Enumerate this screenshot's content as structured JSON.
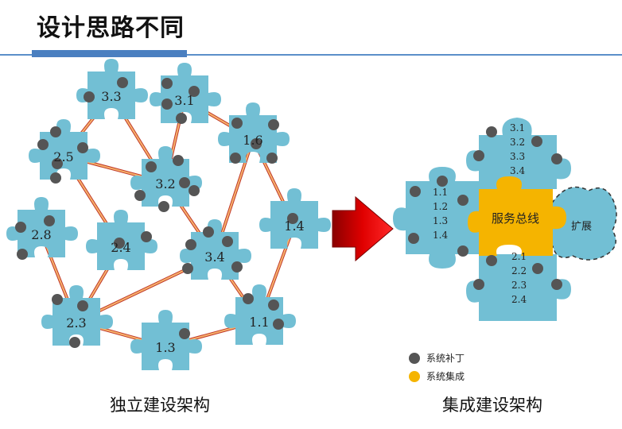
{
  "title": "设计思路不同",
  "colors": {
    "piece": "#72bfd4",
    "bus": "#f5b400",
    "dot": "#555555",
    "link_inner": "#f6b26b",
    "link_outer": "#c0392b",
    "rule": "#5b8fc9",
    "arrow": "#d00000"
  },
  "left": {
    "caption": "独立建设架构",
    "pieces": [
      {
        "id": "p33",
        "label": "3.3"
      },
      {
        "id": "p31",
        "label": "3.1"
      },
      {
        "id": "p25",
        "label": "2.5"
      },
      {
        "id": "p16",
        "label": "1.6"
      },
      {
        "id": "p32",
        "label": "3.2"
      },
      {
        "id": "p28",
        "label": "2.8"
      },
      {
        "id": "p24",
        "label": "2.4"
      },
      {
        "id": "p34",
        "label": "3.4"
      },
      {
        "id": "p14",
        "label": "1.4"
      },
      {
        "id": "p23",
        "label": "2.3"
      },
      {
        "id": "p13",
        "label": "1.3"
      },
      {
        "id": "p11",
        "label": "1.1"
      }
    ]
  },
  "right": {
    "caption": "集成建设架构",
    "top_group": [
      "3.1",
      "3.2",
      "3.3",
      "3.4"
    ],
    "left_group": [
      "1.1",
      "1.2",
      "1.3",
      "1.4"
    ],
    "bottom_group": [
      "2.1",
      "2.2",
      "2.3",
      "2.4"
    ],
    "bus_label": "服务总线",
    "extend_label": "扩展"
  },
  "legend": {
    "patch_label": "系统补丁",
    "integration_label": "系统集成"
  }
}
